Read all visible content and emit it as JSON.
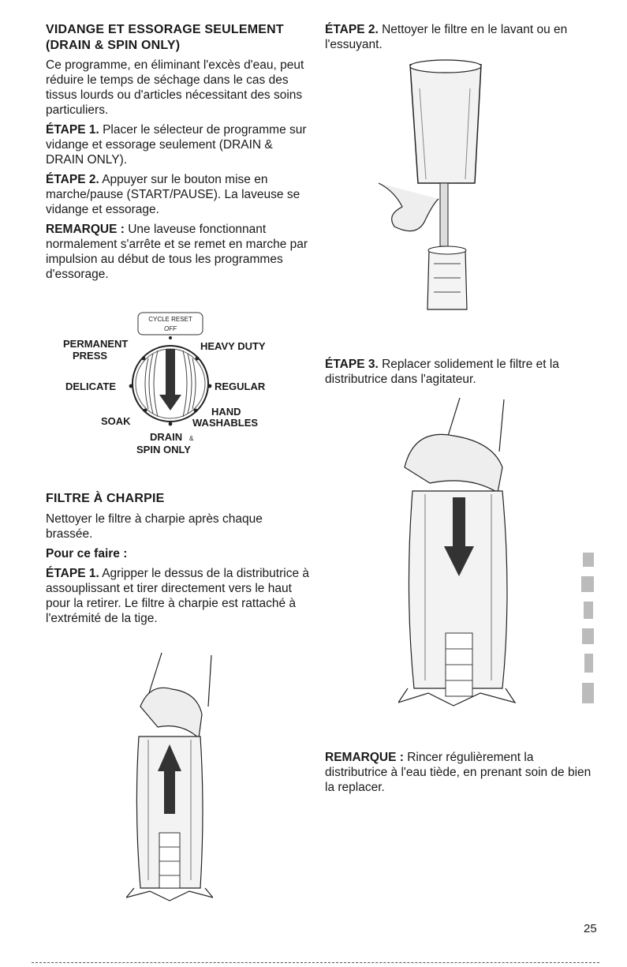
{
  "left": {
    "drain_title_1": "VIDANGE ET ESSORAGE SEULEMENT",
    "drain_title_2": "(DRAIN & SPIN ONLY)",
    "intro": "Ce programme, en éliminant l'excès d'eau, peut réduire le temps de séchage dans le cas des tissus lourds ou d'articles nécessitant des soins particuliers.",
    "step1_label": "ÉTAPE 1.",
    "step1_text": "Placer le sélecteur de programme sur vidange et essorage seulement (DRAIN & DRAIN ONLY).",
    "step2_label": "ÉTAPE 2.",
    "step2_text": "Appuyer sur le bouton mise en marche/pause (START/PAUSE). La laveuse se vidange et essorage.",
    "note_label": "REMARQUE :",
    "note_text": "Une laveuse fonctionnant normalement s'arrête et se remet en marche par impulsion au début de tous les programmes d'essorage.",
    "filter_title": "FILTRE À CHARPIE",
    "filter_text": "Nettoyer le filtre à charpie après chaque brassée.",
    "howto": "Pour ce faire :",
    "filter_step1_label": "ÉTAPE 1.",
    "filter_step1_text": "Agripper le dessus de la distributrice à assouplissant et tirer directement vers le haut pour la retirer. Le filtre à charpie est rattaché à l'extrémité de la tige."
  },
  "dial": {
    "reset": "CYCLE RESET",
    "off": "OFF",
    "permanent": "PERMANENT",
    "press": "PRESS",
    "heavy_duty": "HEAVY DUTY",
    "delicate": "DELICATE",
    "regular": "REGULAR",
    "soak": "SOAK",
    "hand": "HAND",
    "washables": "WASHABLES",
    "drain": "DRAIN",
    "amp": "&",
    "spin_only": "SPIN ONLY"
  },
  "right": {
    "step2_label": "ÉTAPE 2.",
    "step2_text": "Nettoyer le filtre en le lavant ou en l'essuyant.",
    "step3_label": "ÉTAPE 3.",
    "step3_text": "Replacer solidement le filtre et la distributrice dans l'agitateur.",
    "note_label": "REMARQUE :",
    "note_text": "Rincer régulièrement la distributrice à l'eau tiède, en prenant soin de bien la replacer."
  },
  "page_number": "25"
}
